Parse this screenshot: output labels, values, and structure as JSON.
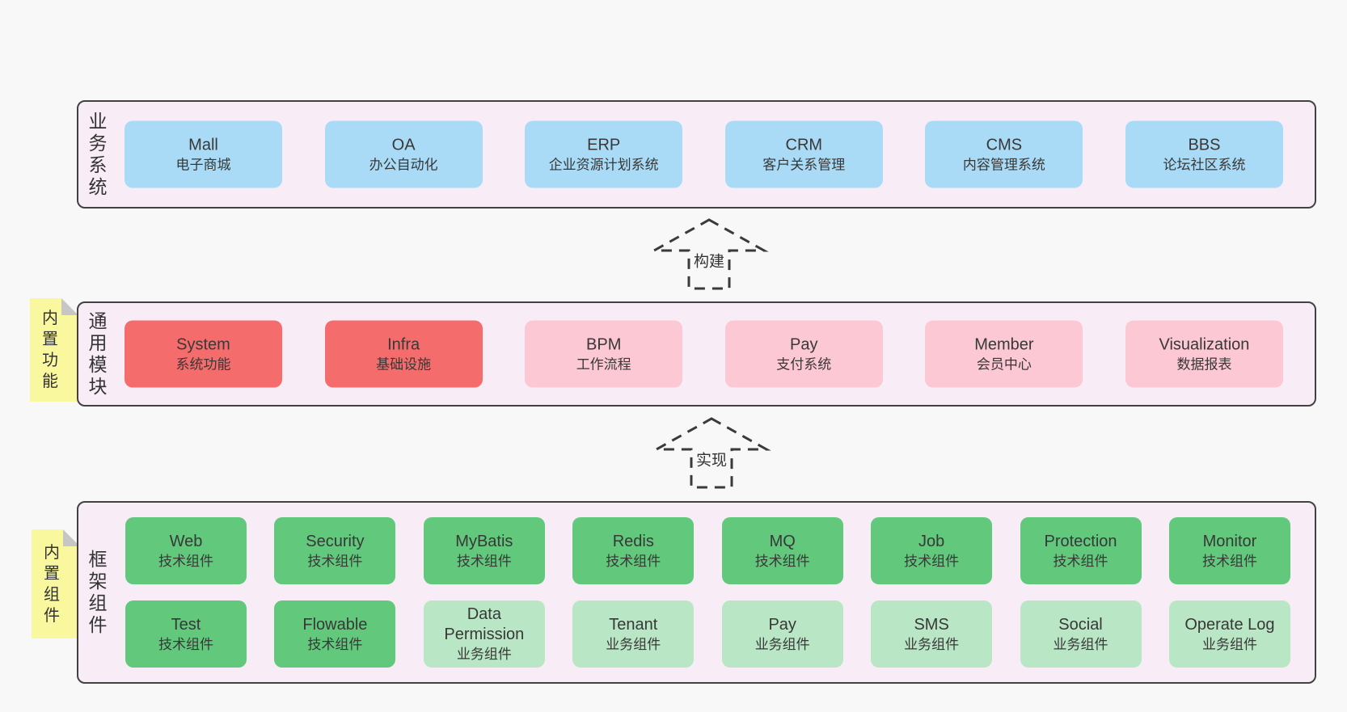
{
  "diagram": {
    "layers": {
      "business": {
        "label": "业务系统",
        "boxes": [
          {
            "en": "Mall",
            "zh": "电子商城",
            "variant": "blue"
          },
          {
            "en": "OA",
            "zh": "办公自动化",
            "variant": "blue"
          },
          {
            "en": "ERP",
            "zh": "企业资源计划系统",
            "variant": "blue"
          },
          {
            "en": "CRM",
            "zh": "客户关系管理",
            "variant": "blue"
          },
          {
            "en": "CMS",
            "zh": "内容管理系统",
            "variant": "blue"
          },
          {
            "en": "BBS",
            "zh": "论坛社区系统",
            "variant": "blue"
          }
        ]
      },
      "modules": {
        "label": "通用模块",
        "sticky": "内置功能",
        "boxes": [
          {
            "en": "System",
            "zh": "系统功能",
            "variant": "red"
          },
          {
            "en": "Infra",
            "zh": "基础设施",
            "variant": "red"
          },
          {
            "en": "BPM",
            "zh": "工作流程",
            "variant": "pink"
          },
          {
            "en": "Pay",
            "zh": "支付系统",
            "variant": "pink"
          },
          {
            "en": "Member",
            "zh": "会员中心",
            "variant": "pink"
          },
          {
            "en": "Visualization",
            "zh": "数据报表",
            "variant": "pink"
          }
        ]
      },
      "framework": {
        "label": "框架组件",
        "sticky": "内置组件",
        "row1": [
          {
            "en": "Web",
            "zh": "技术组件",
            "variant": "green"
          },
          {
            "en": "Security",
            "zh": "技术组件",
            "variant": "green"
          },
          {
            "en": "MyBatis",
            "zh": "技术组件",
            "variant": "green"
          },
          {
            "en": "Redis",
            "zh": "技术组件",
            "variant": "green"
          },
          {
            "en": "MQ",
            "zh": "技术组件",
            "variant": "green"
          },
          {
            "en": "Job",
            "zh": "技术组件",
            "variant": "green"
          },
          {
            "en": "Protection",
            "zh": "技术组件",
            "variant": "green"
          },
          {
            "en": "Monitor",
            "zh": "技术组件",
            "variant": "green"
          }
        ],
        "row2": [
          {
            "en": "Test",
            "zh": "技术组件",
            "variant": "green"
          },
          {
            "en": "Flowable",
            "zh": "技术组件",
            "variant": "green"
          },
          {
            "en": "Data Permission",
            "zh": "业务组件",
            "variant": "lightgreen"
          },
          {
            "en": "Tenant",
            "zh": "业务组件",
            "variant": "lightgreen"
          },
          {
            "en": "Pay",
            "zh": "业务组件",
            "variant": "lightgreen"
          },
          {
            "en": "SMS",
            "zh": "业务组件",
            "variant": "lightgreen"
          },
          {
            "en": "Social",
            "zh": "业务组件",
            "variant": "lightgreen"
          },
          {
            "en": "Operate Log",
            "zh": "业务组件",
            "variant": "lightgreen"
          }
        ]
      }
    },
    "arrows": {
      "build": "构建",
      "implement": "实现"
    },
    "colors": {
      "page_bg": "#f8f8f8",
      "layer_bg": "#f8edf6",
      "layer_border": "#424242",
      "blue": "#a9dbf6",
      "red": "#f56c6c",
      "pink": "#fbc8d3",
      "green": "#62c87c",
      "light_green": "#b9e6c4",
      "sticky_yellow": "#faf89e",
      "sticky_fold": "#c6c6c6",
      "text": "#383838"
    }
  }
}
